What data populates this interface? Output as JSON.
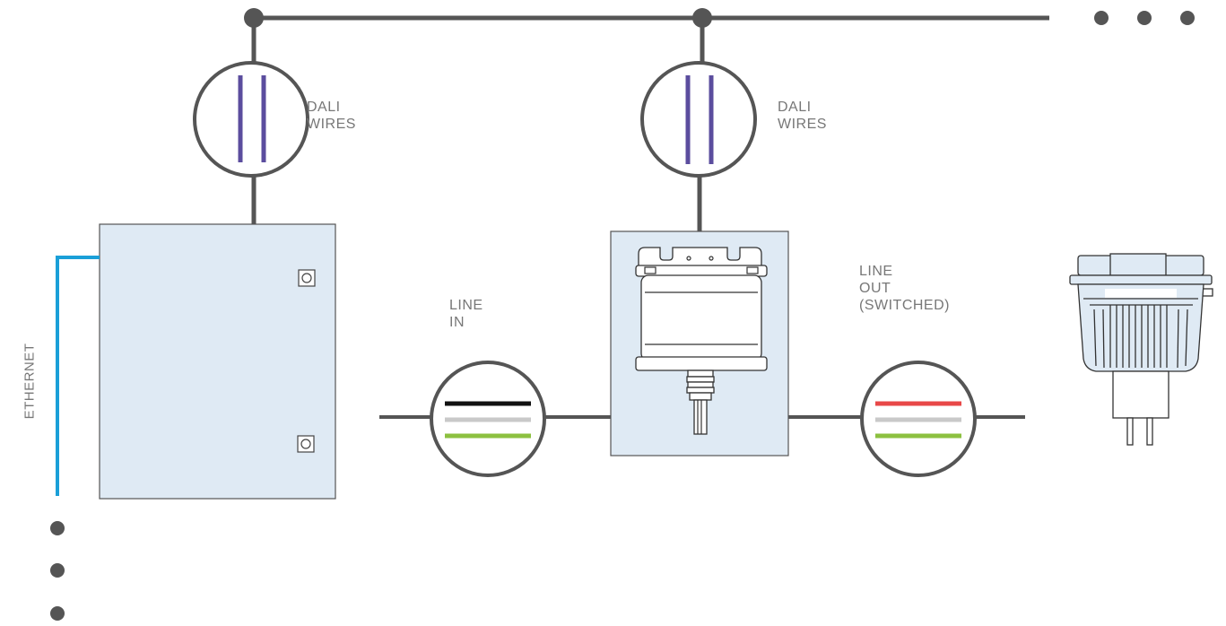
{
  "labels": {
    "dali_wires_1": [
      "DALI",
      "WIRES"
    ],
    "dali_wires_2": [
      "DALI",
      "WIRES"
    ],
    "line_in": [
      "LINE",
      "IN"
    ],
    "line_out": [
      "LINE",
      "OUT",
      "(SWITCHED)"
    ],
    "ethernet": "ETHERNET"
  },
  "colors": {
    "bus_line": "#555555",
    "dali_wire": "#5b4d9e",
    "ethernet": "#1a9fd8",
    "panel_fill": "#dfeaf4",
    "wire_hot_in": "#111111",
    "wire_hot_out": "#e84848",
    "wire_neutral": "#c9c9c9",
    "wire_ground": "#8cc040",
    "label_text": "#777777"
  },
  "icons": [
    "controller-panel",
    "switch-module",
    "led-lamp"
  ]
}
